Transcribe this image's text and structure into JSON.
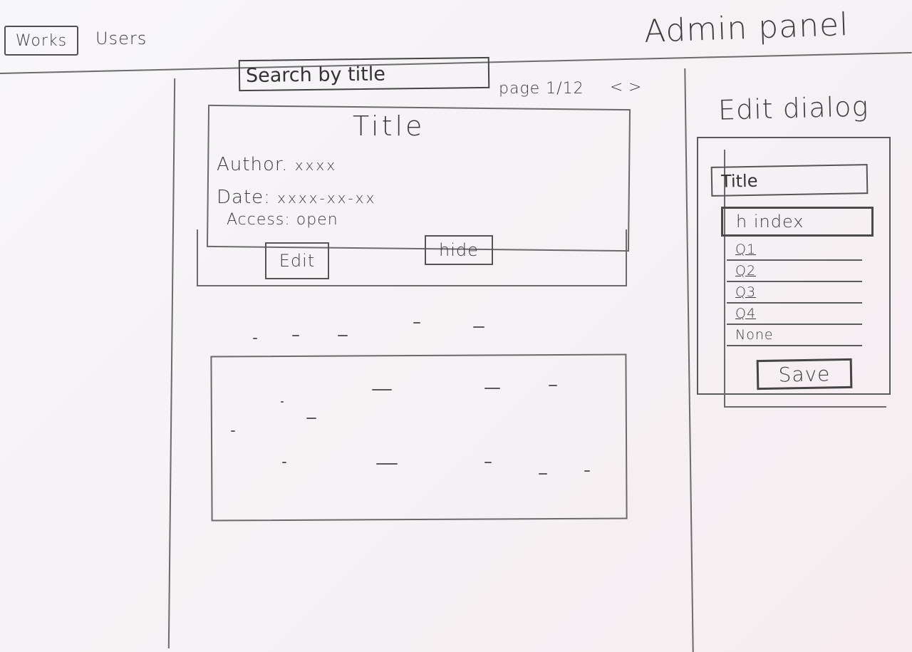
{
  "header": {
    "app_title": "Admin panel",
    "nav": [
      {
        "label": "Works"
      },
      {
        "label": "Users"
      }
    ]
  },
  "search": {
    "placeholder": "Search by title"
  },
  "pagination": {
    "label": "page 1/12",
    "prev": "<",
    "next": ">"
  },
  "work_card": {
    "title": "Title",
    "author_label": "Author.",
    "author_value": "xxxx",
    "date_label": "Date:",
    "date_value": "xxxx-xx-xx",
    "access_label": "Access:",
    "access_value": "open",
    "edit_label": "Edit",
    "hide_label": "hide"
  },
  "edit_dialog": {
    "heading": "Edit dialog",
    "title_placeholder": "Title",
    "select_value": "h index",
    "options": [
      "Q1",
      "Q2",
      "Q3",
      "Q4",
      "None"
    ],
    "save_label": "Save"
  }
}
